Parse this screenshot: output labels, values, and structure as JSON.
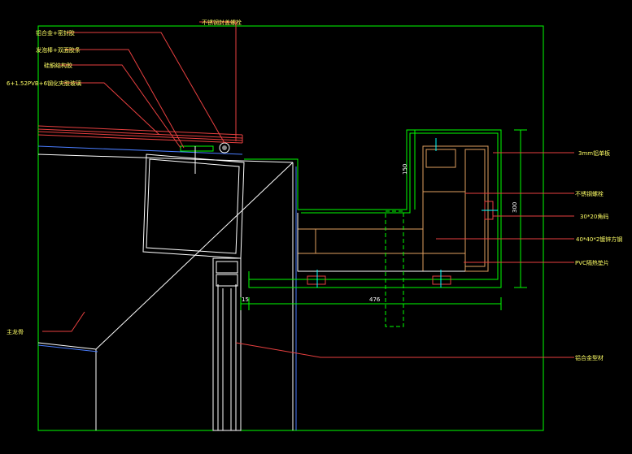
{
  "colors": {
    "background": "#000000",
    "frame": "#00ff00",
    "leader": "#ff2020",
    "label": "#ffff66",
    "glass": "#4a7dff",
    "outline": "#ffffff",
    "wood": "#e0a060",
    "accent": "#e84040"
  },
  "labels": {
    "top_joint": "不锈钢封盖螺栓",
    "left_a": "铝合金+密封胶",
    "left_b": "发泡棒+双面胶条",
    "left_c": "硅酮结构胶",
    "left_d": "6+1.52PVB+6钢化夹胶玻璃",
    "right_a": "3mm铝单板",
    "right_b": "不锈钢螺栓",
    "right_c": "30*20角码",
    "right_d": "40*40*2镀锌方钢",
    "right_e": "PVC隔热垫片",
    "main_keel": "主龙骨",
    "aluminum_profile": "铝合金型材"
  },
  "dimensions": {
    "height_mid": "150",
    "height_right": "300",
    "width_bottom": "476",
    "offset_small": "15"
  }
}
